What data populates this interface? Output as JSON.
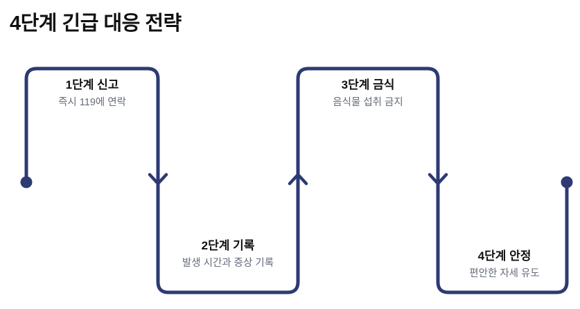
{
  "title": "4단계 긴급 대응 전략",
  "colors": {
    "accent": "#2d3a73",
    "title_text": "#111111",
    "step_label_text": "#111111",
    "step_desc_text": "#656b7a",
    "background": "#ffffff"
  },
  "steps": [
    {
      "label": "1단계 신고",
      "description": "즉시 119에 연락"
    },
    {
      "label": "2단계 기록",
      "description": "발생 시간과 증상 기록"
    },
    {
      "label": "3단계 금식",
      "description": "음식물 섭취 금지"
    },
    {
      "label": "4단계 안정",
      "description": "편안한 자세 유도"
    }
  ]
}
